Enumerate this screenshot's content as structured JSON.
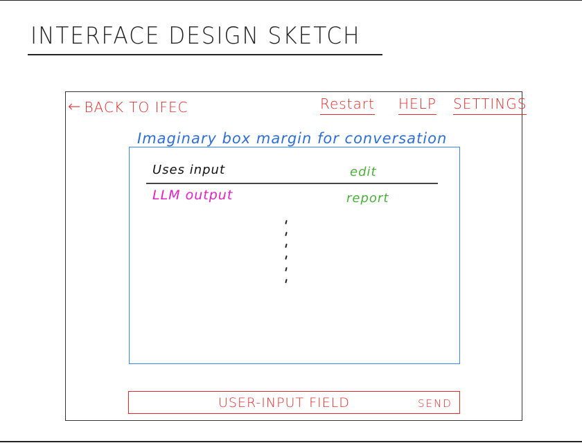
{
  "sketch": {
    "title": "INTERFACE DESIGN SKETCH"
  },
  "header": {
    "back_arrow": "←",
    "back_label": "BACK TO IFEC",
    "nav": [
      {
        "label": "Restart"
      },
      {
        "label": "HELP"
      },
      {
        "label": "SETTINGS"
      }
    ]
  },
  "conversation": {
    "margin_label": "Imaginary box margin for conversation",
    "messages": [
      {
        "role": "user",
        "text": "Uses input",
        "action": "edit"
      },
      {
        "role": "llm",
        "text": "LLM output",
        "action": "report"
      }
    ],
    "continuation_dots": 6
  },
  "composer": {
    "field_label": "USER-INPUT FIELD",
    "send_label": "SEND"
  },
  "colors": {
    "navigation": "#e02a2a",
    "conversation_box": "#3a86f0",
    "actions": "#4cae3c",
    "llm_output": "#e020c0",
    "frame": "#333333"
  }
}
